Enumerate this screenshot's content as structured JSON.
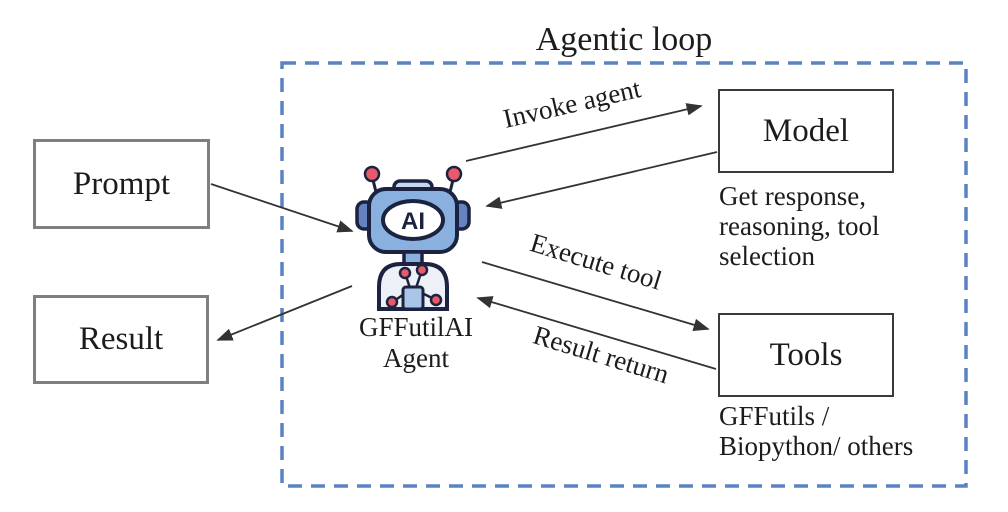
{
  "title": "Agentic loop",
  "agent": {
    "name_line1": "GFFutilAI",
    "name_line2": "Agent",
    "chip_text": "AI"
  },
  "nodes": {
    "prompt": {
      "label": "Prompt"
    },
    "result": {
      "label": "Result"
    },
    "model": {
      "label": "Model",
      "caption": [
        "Get response,",
        "reasoning, tool",
        "selection"
      ]
    },
    "tools": {
      "label": "Tools",
      "caption": [
        "GFFutils /",
        "Biopython/ others"
      ]
    }
  },
  "arrow_labels": {
    "invoke": "Invoke agent",
    "execute": "Execute tool",
    "result_return": "Result return"
  },
  "colors": {
    "loop_border": "#5b82c3",
    "outer_box_border": "#7f7f7f",
    "inner_box_border": "#3a3a3a",
    "arrow": "#333333",
    "text": "#1c1c1c",
    "robot_blue": "#8ab0e0",
    "robot_dark_blue": "#6583c0",
    "robot_accent_red": "#e8596a",
    "robot_body_fill": "#eef0f8",
    "robot_outline": "#1c2340"
  }
}
